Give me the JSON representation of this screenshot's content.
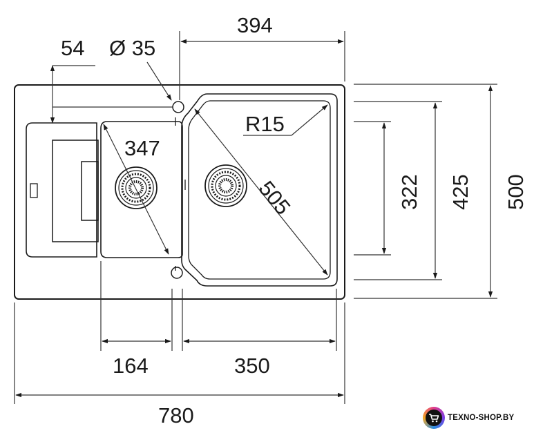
{
  "dimensions": {
    "top_offset": "54",
    "hole_diameter": "Ø 35",
    "main_bowl_width": "394",
    "radius": "R15",
    "small_bowl_diagonal": "347",
    "main_bowl_diagonal": "505",
    "bowl_depth": "322",
    "inner_depth": "425",
    "total_depth": "500",
    "small_bowl_width": "164",
    "large_bowl_width": "350",
    "total_width": "780"
  },
  "logo": {
    "text": "TEXNO-SHOP.BY",
    "icon": "shopping-cart-icon"
  }
}
